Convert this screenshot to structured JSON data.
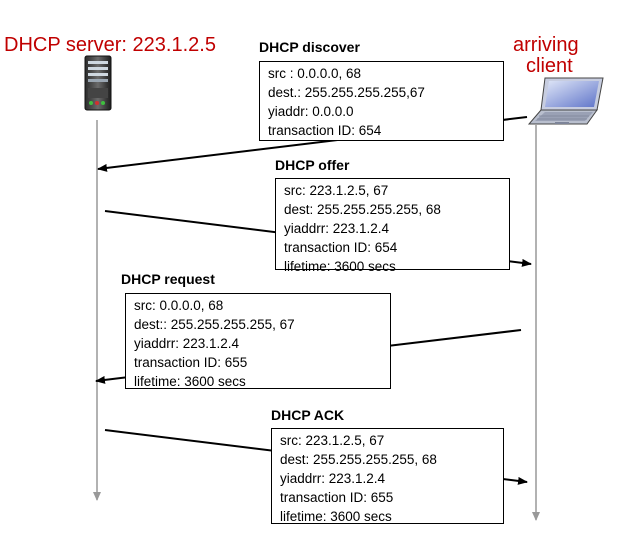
{
  "server": {
    "label": "DHCP server: 223.1.2.5",
    "icon": "server-icon"
  },
  "client": {
    "label_line1": "arriving",
    "label_line2": "client",
    "icon": "laptop-icon"
  },
  "colors": {
    "label_red": "#c00000",
    "timeline_gray": "#999999",
    "arrow_black": "#000000"
  },
  "messages": [
    {
      "title": "DHCP discover",
      "lines": [
        "src : 0.0.0.0, 68",
        "dest.: 255.255.255.255,67",
        "yiaddr:    0.0.0.0",
        "transaction ID: 654"
      ]
    },
    {
      "title": "DHCP offer",
      "lines": [
        "src: 223.1.2.5, 67",
        "dest:  255.255.255.255, 68",
        "yiaddrr: 223.1.2.4",
        "transaction ID: 654",
        "lifetime: 3600 secs"
      ]
    },
    {
      "title": "DHCP request",
      "lines": [
        "src:  0.0.0.0, 68",
        "dest::  255.255.255.255, 67",
        "yiaddrr: 223.1.2.4",
        "transaction ID: 655",
        "lifetime: 3600 secs"
      ]
    },
    {
      "title": "DHCP ACK",
      "lines": [
        "src: 223.1.2.5, 67",
        "dest:  255.255.255.255, 68",
        "yiaddrr: 223.1.2.4",
        "transaction ID: 655",
        "lifetime: 3600 secs"
      ]
    }
  ]
}
